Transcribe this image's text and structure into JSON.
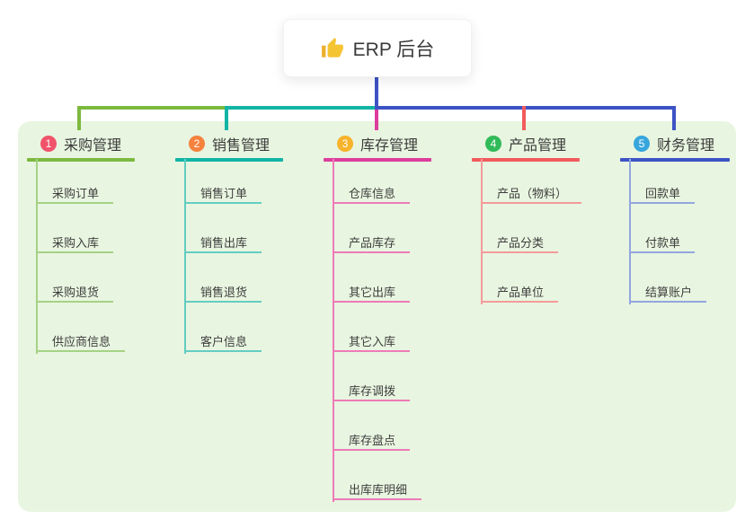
{
  "root": {
    "icon": "thumbs-up",
    "title": "ERP 后台"
  },
  "panel_bg": "#e8f5e0",
  "connector_color": "#3d53c5",
  "branches": [
    {
      "badge": "1",
      "label": "采购管理",
      "badge_color": "#f0536a",
      "line_color": "#7cb93f",
      "child_line_color": "#a5d285",
      "children": [
        "采购订单",
        "采购入库",
        "采购退货",
        "供应商信息"
      ]
    },
    {
      "badge": "2",
      "label": "销售管理",
      "badge_color": "#f5823d",
      "line_color": "#12b5a5",
      "child_line_color": "#63cdc2",
      "children": [
        "销售订单",
        "销售出库",
        "销售退货",
        "客户信息"
      ]
    },
    {
      "badge": "3",
      "label": "库存管理",
      "badge_color": "#f7b32b",
      "line_color": "#dd3d9c",
      "child_line_color": "#ee7ab8",
      "children": [
        "仓库信息",
        "产品库存",
        "其它出库",
        "其它入库",
        "库存调拨",
        "库存盘点",
        "出库库明细"
      ]
    },
    {
      "badge": "4",
      "label": "产品管理",
      "badge_color": "#31ba59",
      "line_color": "#f15b5c",
      "child_line_color": "#f49a9a",
      "children": [
        "产品（物料）",
        "产品分类",
        "产品单位"
      ]
    },
    {
      "badge": "5",
      "label": "财务管理",
      "badge_color": "#36a6dd",
      "line_color": "#3d53c5",
      "child_line_color": "#93a6df",
      "children": [
        "回款单",
        "付款单",
        "结算账户"
      ]
    }
  ]
}
